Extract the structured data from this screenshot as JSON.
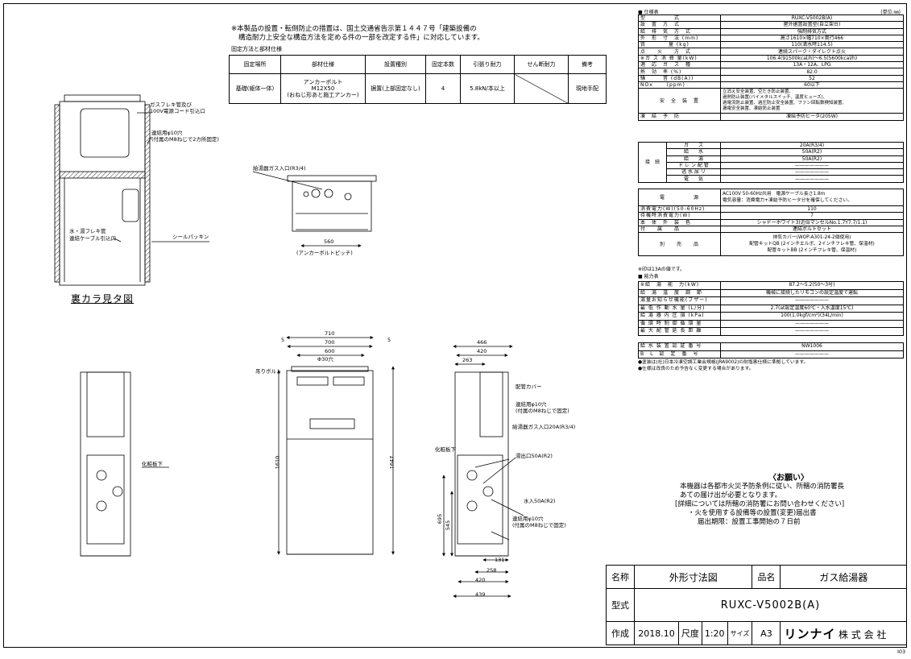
{
  "notice": {
    "line1": "※本製品の設置・転倒防止の措置は、国土交通省告示第１４４７号「建築設備の",
    "line2": "構造耐力上安全な構造方法を定める件の一部を改定する件」に対応しています。",
    "caption": "固定方法と部材仕様"
  },
  "install_table": {
    "headers": [
      "固定場所",
      "部材仕様",
      "設置種別",
      "固定本数",
      "引張り耐力",
      "せん断耐力",
      "備考"
    ],
    "row": {
      "place": "基礎(躯体一体)",
      "part_1": "アンカーボルト",
      "part_2": "M12X50",
      "part_3": "(おねじ形あと施工アンカー)",
      "type": "据置(上部固定なし)",
      "count": "4",
      "tension": "5.8kN/本以上",
      "shear": "",
      "note": "現地手配"
    }
  },
  "spec_header": {
    "title": "■ 仕様表",
    "unit": "(単位:㎜)"
  },
  "spec_rows": [
    [
      "型　　　　　式",
      "RUXC-V5002B(A)"
    ],
    [
      "設　置　方　式",
      "屋外据置設置型(自立架台)"
    ],
    [
      "給　排　気　方　式",
      "強制排気方式"
    ],
    [
      "外　形　寸　法 (mm)",
      "高さ1610×幅710×奥行466"
    ],
    [
      "質　　　　量 (kg)",
      "110(満水時114.5)"
    ],
    [
      "点　　火　　方　式",
      "連続スパーク・ダイレクト点火"
    ],
    [
      "※ガ ス 消 費 量(kW)",
      "106.4(91500kcal/h)〜6.5(5600kcal/h)"
    ],
    [
      "適　応　ガ　ス　種",
      "13A・12A、LPG"
    ],
    [
      "熱　効　率 (%)",
      "82.0"
    ],
    [
      "騒　　　音 (dB(A))",
      "52"
    ],
    [
      "NOx　　 (ppm)",
      "60以下"
    ]
  ],
  "safety": {
    "label": "安　全　装　置",
    "line1": "立消え安全装置、空だき防止装置、",
    "line2": "過熱防止装置(バイメタルスイッチ、温度ヒューズ)、",
    "line3": "過電流防止装置、過圧防止安全装置、ファン回転数検知装置、",
    "line4": "漏電安全装置、凍結防止装置"
  },
  "freeze": [
    "凍　結　予　防",
    "凍結予防ヒータ(205W)"
  ],
  "connection": {
    "label": "接　続",
    "rows": [
      [
        "ガ　　ス",
        "20A(R3/4)"
      ],
      [
        "給　　水",
        "50A(R2)"
      ],
      [
        "給　　湯",
        "50A(R2)"
      ],
      [
        "ド レ ン 配 管",
        ""
      ],
      [
        "逃 水 尿 リ",
        ""
      ],
      [
        "電　　気",
        ""
      ]
    ]
  },
  "power": {
    "label": "電　　　　　源",
    "line1": "AC100V 50-60Hz共用　電源ケーブル長さ1.8m",
    "line2": "電気容量：消費電力+凍結予防ヒータ分を確保してください。"
  },
  "spec_rows_2": [
    [
      "消費電力(W)(50-60Hz)",
      "110"
    ],
    [
      "待機時消費電力(W)",
      "7"
    ],
    [
      "本　体　外　装　色",
      "シャドーホワイト3(近似マンセルNo.1.7Y7.7/1.1)"
    ],
    [
      "付　　属　　品",
      "連結ボルトセット"
    ]
  ],
  "optional": {
    "label": "別　　売　　品",
    "line1": "排気カバー(WOP-A301-24-2個使用)",
    "line2": "配管キットQB (2インチエルボ、2インチフレキ管、保温材)",
    "line3": "配管キットBB (2インチフレキ管、保温材)"
  },
  "note_13a": "※印は13Aの値です。",
  "perf_title": "■ 能力表",
  "perf_rows": [
    [
      "※給　湯　能　力(kW)",
      "87.2〜5.2(50〜3号)"
    ],
    [
      "給　湯　温　度　調　節",
      "機械に接続したリモコンの設定温度で運転"
    ],
    [
      "湯量お知らせ機能(ブザー)",
      ""
    ],
    [
      "最 低 作 動 水 量 (L/分)",
      "2.7(at設定温度60℃・入水温度15℃)"
    ],
    [
      "給 湯 器 内 圧 損 (kPa)",
      "100(1.0kgf/cm²)(34L/min)"
    ],
    [
      "循 環 時 制 御 循 環 量",
      ""
    ],
    [
      "最 大 配 管 延 長 距 離",
      ""
    ]
  ],
  "cert_rows": [
    [
      "給 水 装 置 認 証 番 号",
      "NW1006"
    ],
    [
      "B　L　認　定　番　号",
      ""
    ]
  ],
  "footnote1": "●塗装は(社)日本冷凍空調工業会規格(JRA9002)の耐塩害仕様に準拠しています。",
  "footnote2": "●仕様は改良のため予告なく変更する場合があります。",
  "warning": {
    "title": "〈お願い〉",
    "line1": "本機器は各都市火災予防条例に従い、所轄の消防署長",
    "line2": "あての届け出が必要となります。",
    "line3": "[詳細については所轄の消防署にお問い合わせください]",
    "line4": "・火を使用する設備等の設置(変更)届出書",
    "line5": "届出期限：設置工事開始の７日前"
  },
  "title_block": {
    "name_label": "名称",
    "name": "外形寸法図",
    "product_label": "品名",
    "product": "ガス給湯器",
    "model_label": "型式",
    "model": "RUXC-V5002B(A)",
    "made_label": "作成",
    "date": "2018.10",
    "scale_label": "尺度",
    "scale": "1:20",
    "size_label": "サイズ",
    "size": "A3",
    "maker_brand": "リンナイ",
    "maker_suffix": "株 式 会 社",
    "sheet": "I03"
  },
  "drawing": {
    "rear_caption": "裏カラ見タ図",
    "lbl_gas_flex": "ガスフレキ管及び",
    "lbl_cord": "100V電源コード引込口",
    "lbl_hole1": "連結用φ10穴",
    "lbl_hole1b": "(付属のM8ねじで2カ所固定)",
    "lbl_water_flex": "水・湯フレキ管",
    "lbl_cable": "連結ケーブル引込口",
    "lbl_seal": "シールパッキン",
    "lbl_gas_in": "給湯器ガス入口(R3/4)",
    "dim_560": "560",
    "lbl_anchor": "(アンカーボルトピッチ)",
    "lbl_keshou_1": "化粧板下",
    "lbl_bolt": "吊りボルト",
    "dim_710": "710",
    "dim_700": "700",
    "dim_600": "600",
    "dim_5a": "5",
    "dim_5b": "5",
    "lbl_phi30": "Φ30穴",
    "dim_1610": "1610",
    "dim_1647": "1647",
    "dim_466": "466",
    "dim_420t": "420",
    "dim_263": "263",
    "lbl_cover": "配管カバー",
    "lbl_hole2": "連結用φ10穴",
    "lbl_hole2b": "(付属のM8ねじで固定)",
    "lbl_gas20": "給湯器ガス入口20A(R3/4)",
    "lbl_keshou_2": "化粧板下",
    "lbl_hot_out": "湯出口50A(R2)",
    "lbl_water_in": "水入50A(R2)",
    "lbl_hole3": "連結用φ10穴",
    "lbl_hole3b": "(付属のM8ねじで固定)",
    "dim_695": "695",
    "dim_545": "545",
    "dim_131": "131",
    "dim_258": "258",
    "dim_420b": "420",
    "dim_439": "439"
  }
}
